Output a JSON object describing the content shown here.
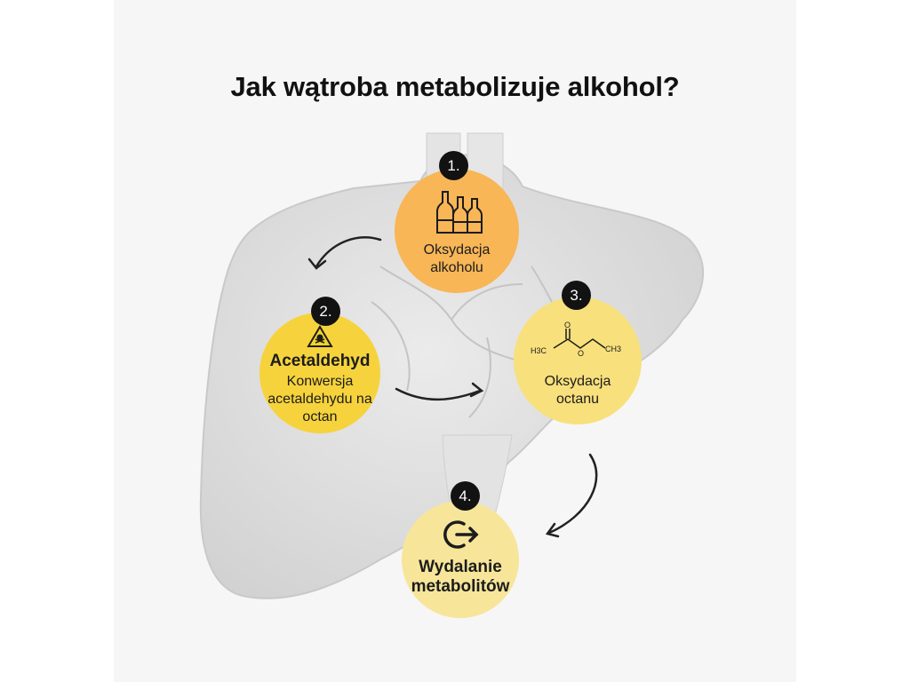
{
  "title": "Jak wątroba metabolizuje alkohol?",
  "steps": [
    {
      "number": "1.",
      "lines": [
        "Oksydacja",
        "alkoholu"
      ],
      "icon": "bottles-icon"
    },
    {
      "number": "2.",
      "heading": "Acetaldehyd",
      "lines": [
        "Konwersja",
        "acetaldehydu na",
        "octan"
      ],
      "icon": "toxic-warning-icon"
    },
    {
      "number": "3.",
      "lines": [
        "Oksydacja",
        "octanu"
      ],
      "icon": "ethyl-acetate-structure-icon",
      "formula_left": "H3C",
      "formula_o_top": "O",
      "formula_o_mid": "O",
      "formula_right": "CH3"
    },
    {
      "number": "4.",
      "heading_lines": [
        "Wydalanie",
        "metabolitów"
      ],
      "icon": "exit-arrow-icon"
    }
  ],
  "colors": {
    "step1": "#f8b657",
    "step2": "#f6d33c",
    "step3": "#f8e07c",
    "step4": "#f7e59a",
    "badge": "#121212",
    "background": "#f6f6f6"
  }
}
